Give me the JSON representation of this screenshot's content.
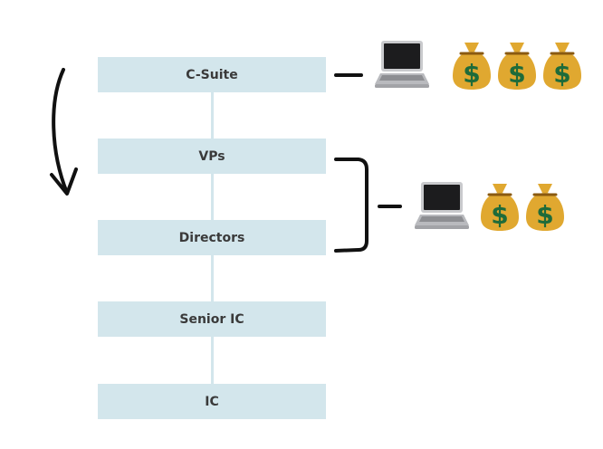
{
  "hierarchy": {
    "levels": [
      {
        "label": "C-Suite"
      },
      {
        "label": "VPs"
      },
      {
        "label": "Directors"
      },
      {
        "label": "Senior IC"
      },
      {
        "label": "IC"
      }
    ]
  },
  "perks": [
    {
      "applies_to": [
        "C-Suite"
      ],
      "icons": [
        "laptop-icon",
        "money-bag-icon",
        "money-bag-icon",
        "money-bag-icon"
      ]
    },
    {
      "applies_to": [
        "VPs",
        "Directors"
      ],
      "icons": [
        "laptop-icon",
        "money-bag-icon",
        "money-bag-icon"
      ]
    }
  ],
  "colors": {
    "box_fill": "#d3e6ec",
    "box_text": "#3a3a3a",
    "ink": "#111111",
    "bag": "#e0a830",
    "bag_dark": "#b77a1a",
    "dollar": "#1e6b3a",
    "laptop_body": "#c9cacd",
    "laptop_screen": "#1c1c1e"
  }
}
